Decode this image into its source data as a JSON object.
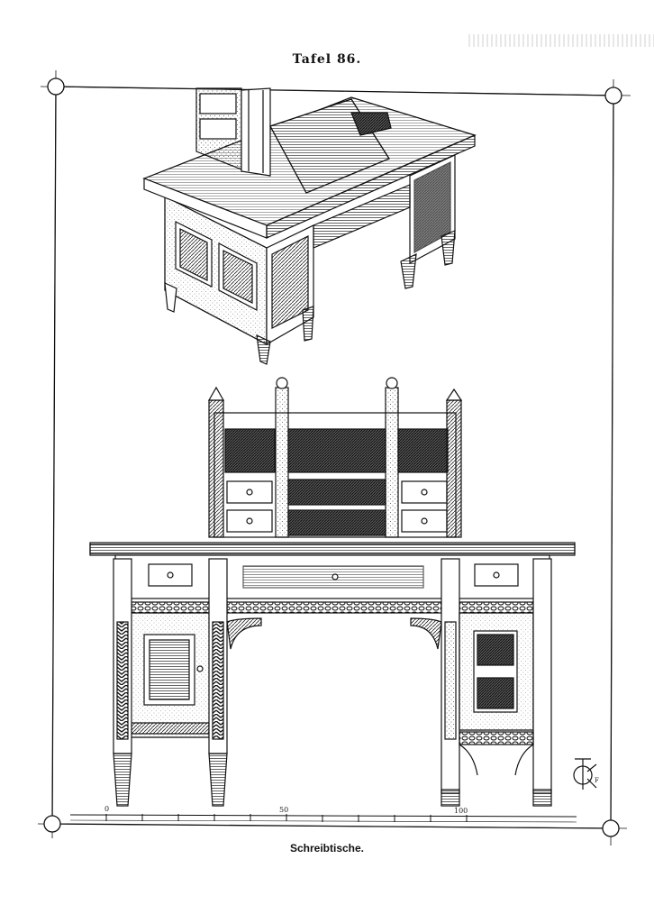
{
  "plate": {
    "title": "Tafel 86.",
    "caption": "Schreibtische."
  },
  "scale": {
    "tick_labels": [
      "0",
      "50",
      "100"
    ]
  },
  "monogram": {
    "text": "F"
  },
  "icons": {
    "corner_marks": "circle-registration-mark",
    "monogram": "monogram-icon"
  }
}
